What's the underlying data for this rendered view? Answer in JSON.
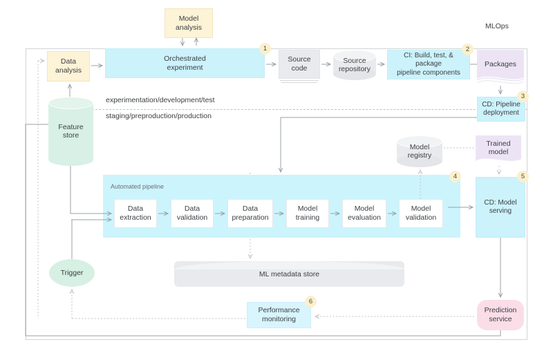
{
  "diagram": {
    "title": "MLOps",
    "zone_labels": {
      "upper": "experimentation/development/test",
      "lower": "staging/preproduction/production"
    },
    "pipeline_band_label": "Automated pipeline"
  },
  "nodes": {
    "model_analysis": "Model\nanalysis",
    "data_analysis": "Data\nanalysis",
    "orchestrated_experiment": "Orchestrated\nexperiment",
    "source_code": "Source\ncode",
    "source_repository": "Source\nrepository",
    "ci_build": "CI: Build, test, & package\npipeline components",
    "packages": "Packages",
    "cd_pipeline_deployment": "CD: Pipeline\ndeployment",
    "feature_store": "Feature\nstore",
    "model_registry": "Model\nregistry",
    "trained_model": "Trained\nmodel",
    "cd_model_serving": "CD: Model\nserving",
    "data_extraction": "Data\nextraction",
    "data_validation": "Data\nvalidation",
    "data_preparation": "Data\npreparation",
    "model_training": "Model\ntraining",
    "model_evaluation": "Model\nevaluation",
    "model_validation": "Model\nvalidation",
    "ml_metadata_store": "ML metadata store",
    "trigger": "Trigger",
    "performance_monitoring": "Performance\nmonitoring",
    "prediction_service": "Prediction\nservice"
  },
  "badges": {
    "b1": "1",
    "b2": "2",
    "b3": "3",
    "b4": "4",
    "b5": "5",
    "b6": "6"
  },
  "colors": {
    "yellow": "#fdf3d7",
    "cyan": "#ccf2fb",
    "grey": "#e8eaed",
    "purple": "#ece4f5",
    "mint": "#d6f0e4",
    "pink": "#fbdde8",
    "badge": "#fbf0cc",
    "line": "#9aa0a6"
  }
}
